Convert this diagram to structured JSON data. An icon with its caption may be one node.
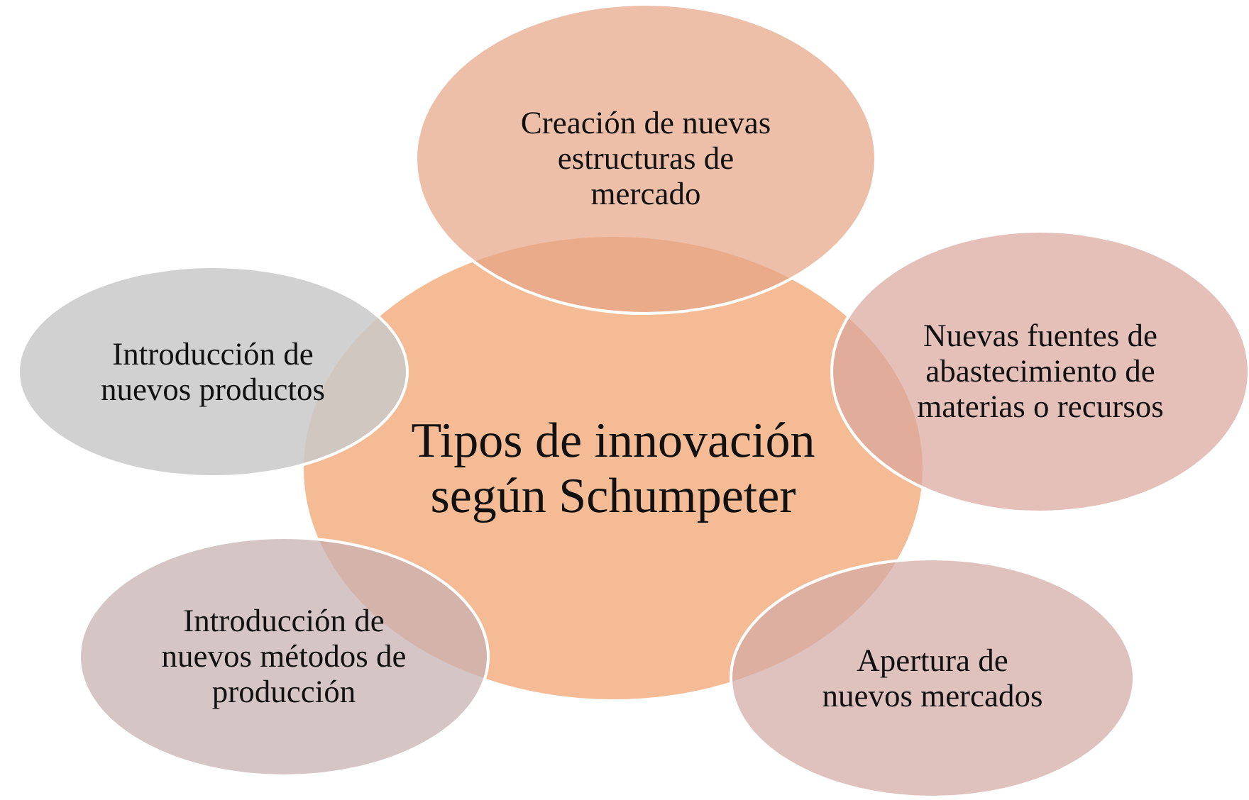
{
  "diagram": {
    "nodes": [
      {
        "text": [
          "Tipos de innovación según Schumpeter"
        ]
      },
      {
        "text": [
          "Creación de nuevas estructuras de mercado"
        ]
      },
      {
        "text": [
          "Introducción de nuevos productos"
        ]
      },
      {
        "text": [
          "Nuevas fuentes de abastecimiento de materias o recursos"
        ]
      },
      {
        "text": [
          "Introducción de nuevos métodos de producción"
        ]
      },
      {
        "text": [
          "Apertura de nuevos mercados"
        ]
      }
    ]
  }
}
